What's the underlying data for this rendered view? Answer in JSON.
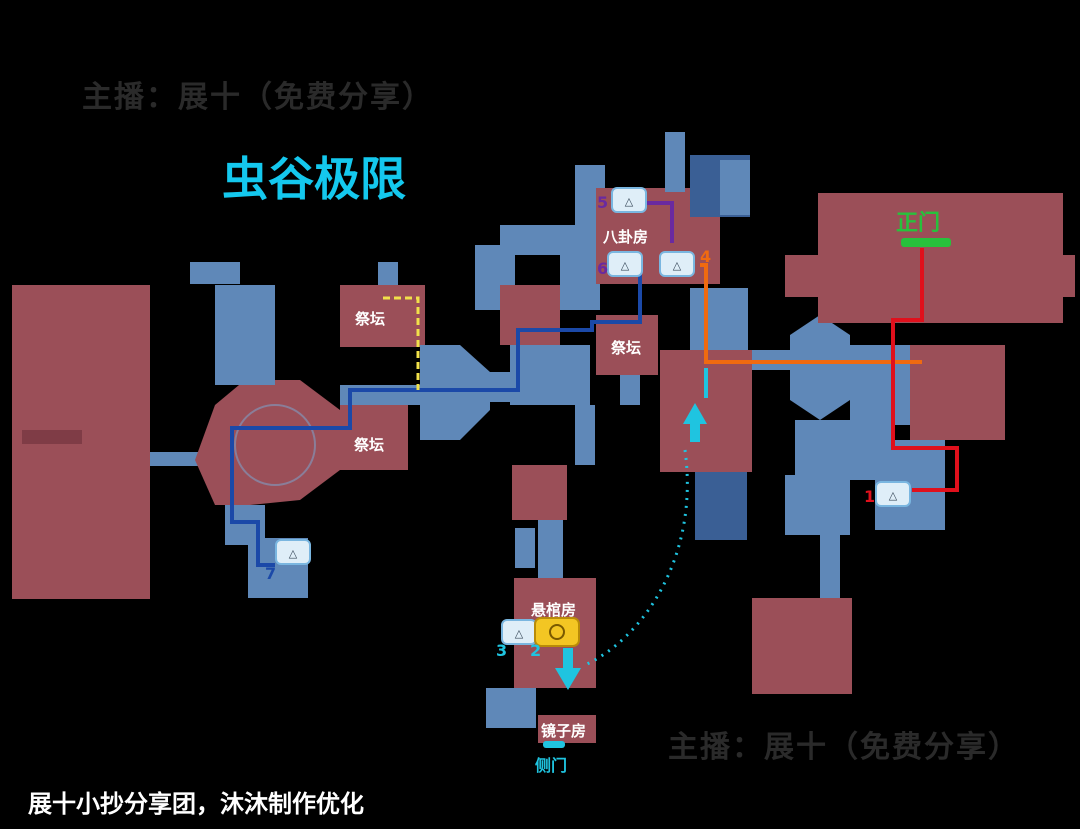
{
  "title": "虫谷极限",
  "watermarks": [
    "主播：展十（免费分享）",
    "主播：展十（免费分享）"
  ],
  "credit": "展十小抄分享团，沐沐制作优化",
  "rooms": {
    "altar_top": "祭坛",
    "altar_bottom": "祭坛",
    "altar_center": "祭坛",
    "bagua": "八卦房",
    "coffin": "悬棺房",
    "mirror": "镜子房"
  },
  "doors": {
    "main_gate": "正门",
    "side_gate": "侧门"
  },
  "markers": [
    "1",
    "2",
    "3",
    "4",
    "5",
    "6",
    "7"
  ],
  "colors": {
    "room_red": "#9b4f58",
    "corridor_blue": "#5f88b8",
    "dark_blue": "#3a5f95",
    "route_red": "#e0101c",
    "route_orange": "#f06a10",
    "route_blue": "#1b49a8",
    "route_yellow": "#f1e14a",
    "route_purple": "#6a2aa0",
    "route_cyan": "#1fc4e0",
    "gate_green": "#28c13c"
  },
  "icons": [
    "chest-icon",
    "golden-chest-icon",
    "arrow-up-icon",
    "arrow-down-icon"
  ]
}
